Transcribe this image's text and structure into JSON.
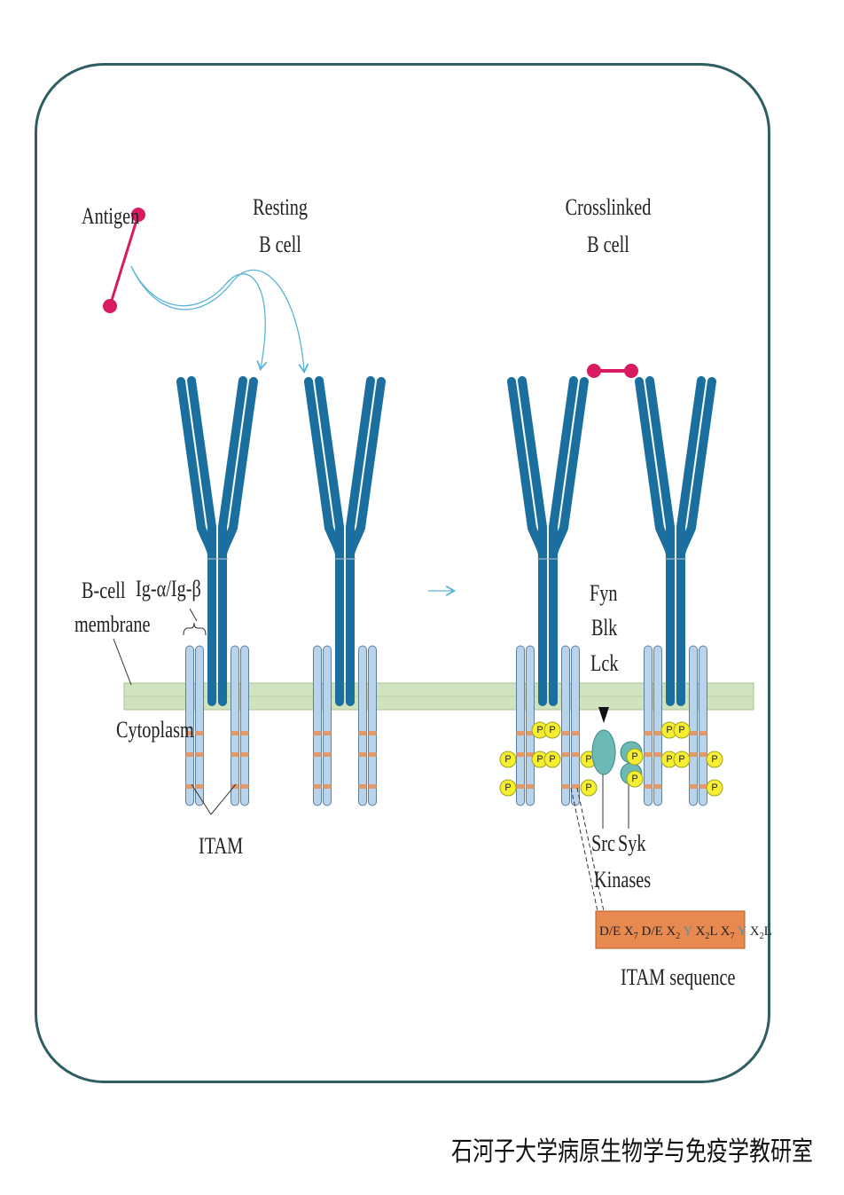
{
  "labels": {
    "antigen": "Antigen",
    "resting_line1": "Resting",
    "resting_line2": "B cell",
    "crosslinked_line1": "Crosslinked",
    "crosslinked_line2": "B cell",
    "ig_alpha_beta": "Ig-α/Ig-β",
    "bcell_membrane_line1": "B-cell",
    "bcell_membrane_line2": "membrane",
    "cytoplasm": "Cytoplasm",
    "itam": "ITAM",
    "fyn": "Fyn",
    "blk": "Blk",
    "lck": "Lck",
    "src": "Src",
    "syk": "Syk",
    "kinases": "Kinases",
    "itam_sequence_caption": "ITAM sequence",
    "phospho": "P"
  },
  "itam_sequence": {
    "parts": [
      "D/E X",
      "7",
      " D/E X",
      "2",
      " Y ",
      "X",
      "2",
      "L X",
      "7",
      " Y ",
      "X",
      "2",
      "L"
    ]
  },
  "colors": {
    "frame": "#2e5e62",
    "antibody": "#1b6f9e",
    "antigen": "#d81b60",
    "membrane": "#cfe3bf",
    "itam_chain": "#b9d3ea",
    "itam_band": "#e29a6b",
    "phosphate": "#f6ee30",
    "src_kinase": "#6bbab6",
    "arrow": "#5ab4d8",
    "itam_box": "#e8894f"
  },
  "footer": "石河子大学病原生物学与免疫学教研室"
}
